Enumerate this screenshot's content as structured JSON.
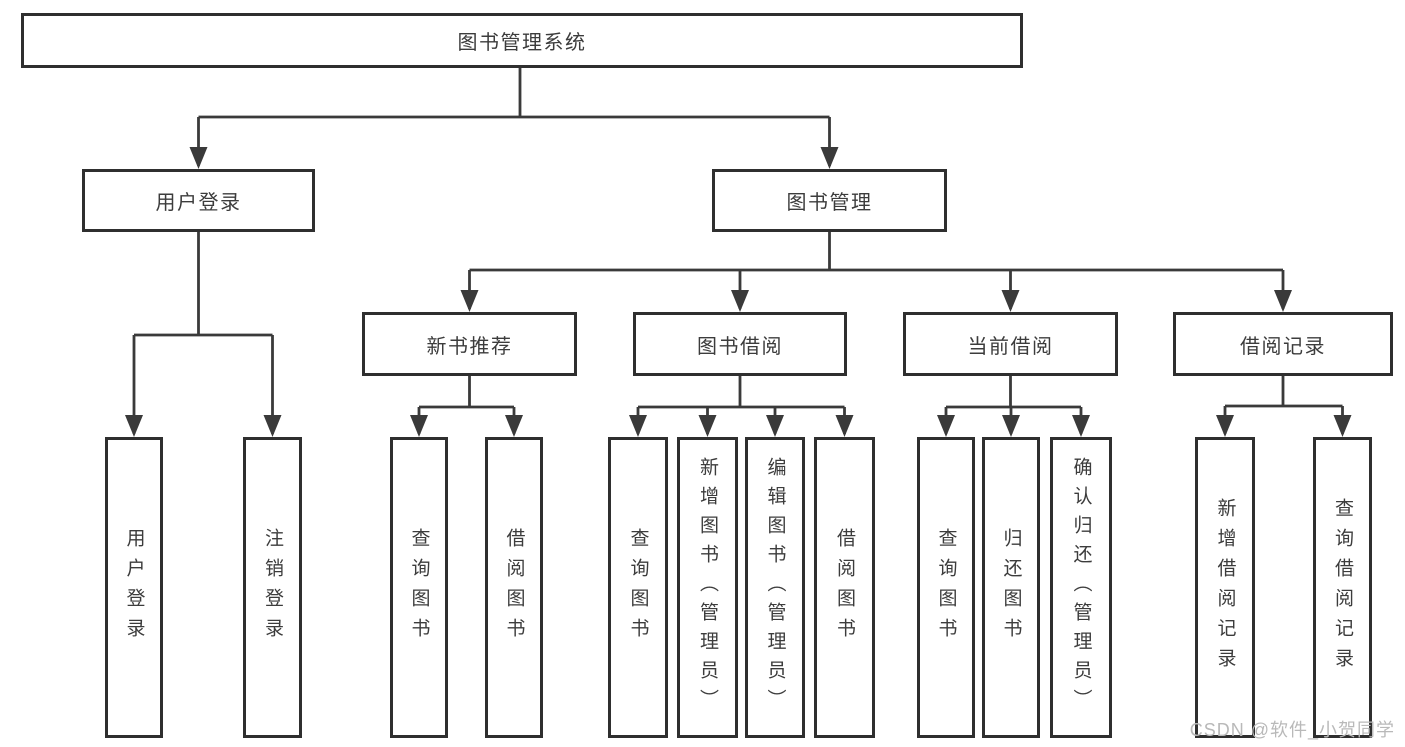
{
  "diagram": {
    "root": {
      "label": "图书管理系统"
    },
    "level2": [
      {
        "label": "用户登录"
      },
      {
        "label": "图书管理"
      }
    ],
    "level3": [
      {
        "label": "新书推荐"
      },
      {
        "label": "图书借阅"
      },
      {
        "label": "当前借阅"
      },
      {
        "label": "借阅记录"
      }
    ],
    "leaves": {
      "user": [
        "用户登录",
        "注销登录"
      ],
      "newbook": [
        "查询图书",
        "借阅图书"
      ],
      "borrow": [
        "查询图书",
        "新增图书（管理员）",
        "编辑图书（管理员）",
        "借阅图书"
      ],
      "current": [
        "查询图书",
        "归还图书",
        "确认归还（管理员）"
      ],
      "record": [
        "新增借阅记录",
        "查询借阅记录"
      ]
    }
  },
  "watermark": {
    "text": "CSDN @软件_小贺同学"
  },
  "colors": {
    "border": "#2f2f2f",
    "line": "#3a3a3a",
    "text": "#3c3c3c",
    "watermark_text": "#b9b9b9",
    "background": "#ffffff"
  }
}
